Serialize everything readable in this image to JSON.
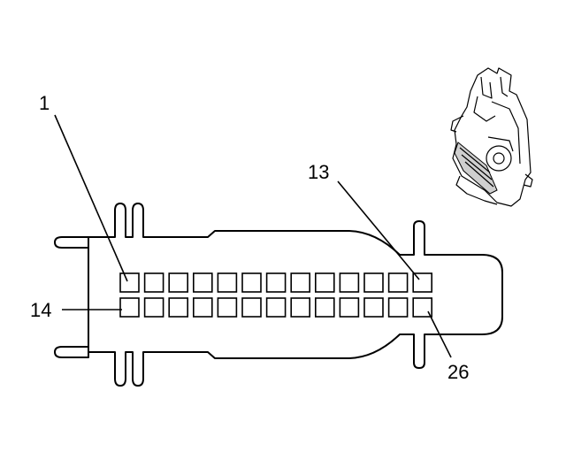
{
  "diagram": {
    "callouts": {
      "pin_1": "1",
      "pin_13": "13",
      "pin_14": "14",
      "pin_26": "26"
    },
    "connector": {
      "rows": 2,
      "cavities_per_row": 13,
      "top_row_first_pin": 1,
      "top_row_last_pin": 13,
      "bottom_row_first_pin": 14,
      "bottom_row_last_pin": 26
    }
  }
}
